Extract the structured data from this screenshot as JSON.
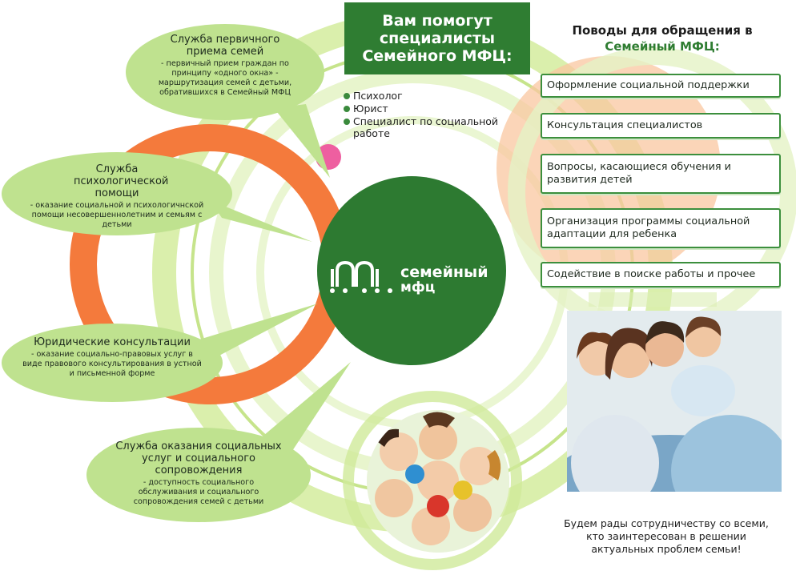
{
  "help_box": {
    "title": "Вам помогут\nспециалисты\nСемейного МФЦ:"
  },
  "specialists": [
    "Психолог",
    "Юрист",
    "Специалист по социальной работе"
  ],
  "reasons": {
    "title_line1": "Поводы для обращения в",
    "title_line2": "Семейный МФЦ:",
    "items": [
      "Оформление социальной поддержки",
      "Консультация специалистов",
      "Вопросы, касающиеся обучения и развития детей",
      "Организация программы социальной адаптации для ребенка",
      "Содействие в поиске работы и прочее"
    ]
  },
  "services": [
    {
      "title": "Служба первичного приема семей",
      "desc": "- первичный прием граждан по принципу «одного окна» - маршрутизация семей с детьми, обратившихся в Семейный МФЦ"
    },
    {
      "title": "Служба психологической помощи",
      "desc": "- оказание социальной и психологичнской помощи несовершеннолетним и семьям с детьми"
    },
    {
      "title": "Юридические консультации",
      "desc": "- оказание социально-правовых услуг в виде правового консультирования в устной и письменной форме"
    },
    {
      "title": "Служба оказания социальных услуг и социального сопровождения",
      "desc": "- доступность социального обслуживания и социального сопровождения семей с детьми"
    }
  ],
  "logo": {
    "line1": "семейный",
    "line2": "мфц"
  },
  "closing": "Будем рады сотрудничеству со всеми,\nкто заинтересован в решении\nактуальных проблем семьи!",
  "colors": {
    "green": "#2f7d32",
    "light_green": "#c8e6a8",
    "orange": "#f47a3c",
    "pink": "#ee5fa0",
    "peach": "#f6b48a"
  }
}
